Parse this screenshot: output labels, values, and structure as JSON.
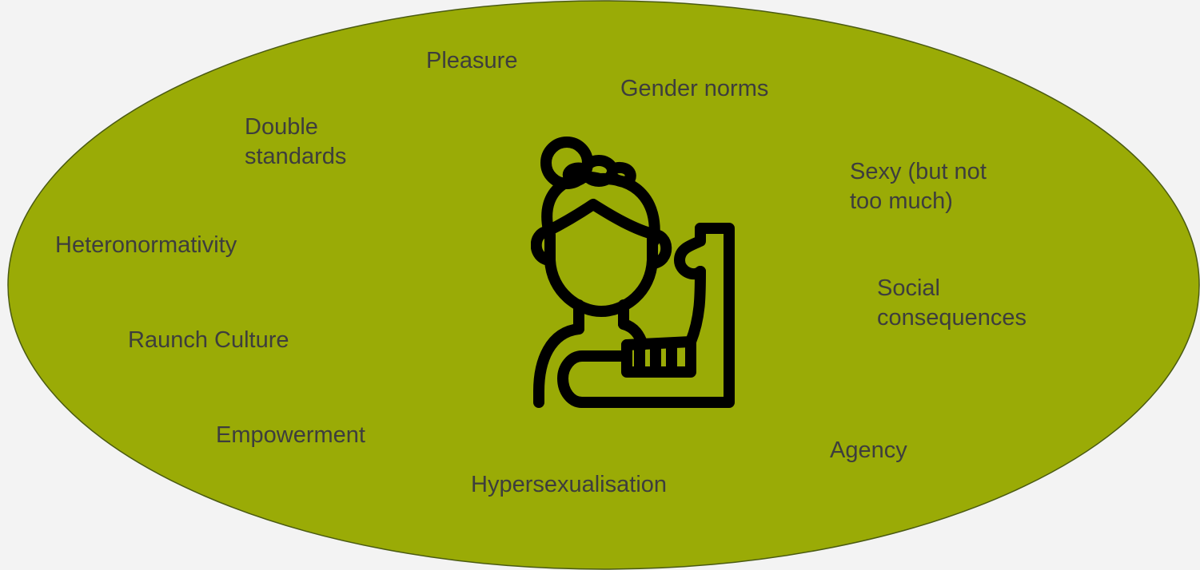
{
  "diagram": {
    "background_color": "#f3f3f3",
    "ellipse_fill": "#9aab06",
    "ellipse_stroke": "#4a5a12",
    "text_color": "#3d3d3d",
    "center_icon": "woman-flexing-arm-icon",
    "terms": {
      "pleasure": [
        "Pleasure"
      ],
      "gender_norms": [
        "Gender norms"
      ],
      "double_standards": [
        "Double",
        "standards"
      ],
      "sexy": [
        "Sexy (but not",
        "too much)"
      ],
      "heteronormativity": [
        "Heteronormativity"
      ],
      "social_consequences": [
        "Social",
        "consequences"
      ],
      "raunch_culture": [
        "Raunch Culture"
      ],
      "empowerment": [
        "Empowerment"
      ],
      "agency": [
        "Agency"
      ],
      "hypersexualisation": [
        "Hypersexualisation"
      ]
    }
  }
}
